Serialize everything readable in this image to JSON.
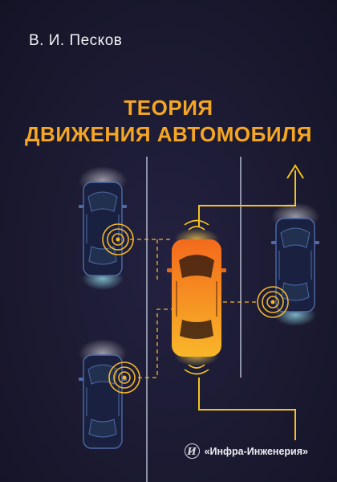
{
  "cover": {
    "author": "В. И. Песков",
    "title_line1": "ТЕОРИЯ",
    "title_line2": "ДВИЖЕНИЯ АВТОМОБИЛЯ",
    "publisher": "«Инфра-Инженерия»",
    "publisher_logo_text": "И"
  },
  "colors": {
    "background": "#1b1a31",
    "title": "#f5a623",
    "main_car": "#f08a1c",
    "sensor_ring": "#f4b62a",
    "guidance_path": "#f4c21c",
    "other_cars_outline": "#4f6aa8",
    "lane_markings": "#aab0c4"
  },
  "icons": [
    "car-icon",
    "sensor-ring-icon",
    "arrow-up-icon",
    "publisher-logo-icon"
  ]
}
